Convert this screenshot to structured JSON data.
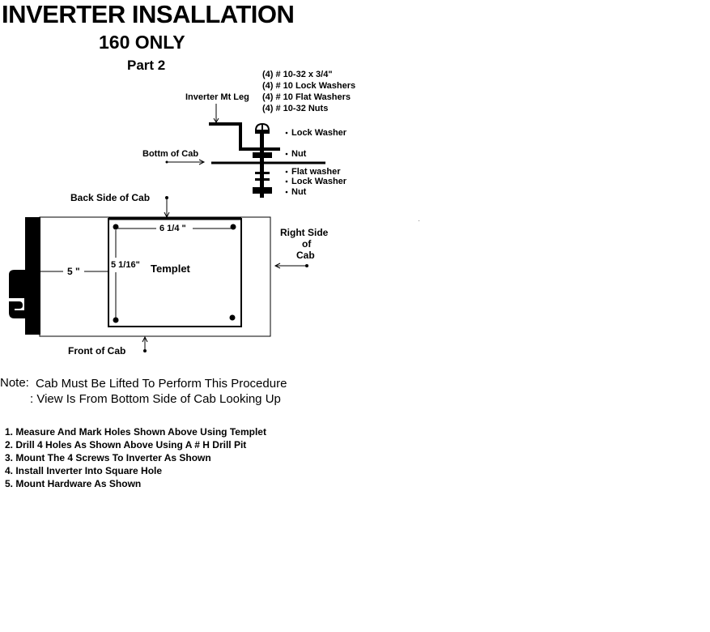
{
  "header": {
    "title": "INVERTER INSALLATION",
    "subtitle": "160 ONLY",
    "part": "Part 2"
  },
  "hardware": [
    "(4) # 10-32 x 3/4\"",
    "(4) # 10 Lock Washers",
    "(4) # 10 Flat Washers",
    "(4) # 10-32 Nuts"
  ],
  "stack_diagram": {
    "inverter_leg_label": "Inverter Mt Leg",
    "bottom_of_cab_label": "Bottm of Cab",
    "parts": [
      "Lock Washer",
      "Nut",
      "Flat washer",
      "Lock Washer",
      "Nut"
    ]
  },
  "cab_diagram": {
    "back_label": "Back Side of Cab",
    "front_label": "Front of Cab",
    "right_label": [
      "Right Side",
      "of",
      "Cab"
    ],
    "offset_label": "5 \"",
    "width_label": "6 1/4 \"",
    "height_label": "5 1/16\"",
    "templet_label": "Templet"
  },
  "notes": {
    "prefix": "Note:",
    "line1": "Cab Must Be Lifted To Perform This Procedure",
    "line2": ": View Is From Bottom Side of Cab Looking Up"
  },
  "steps": [
    "1. Measure And Mark Holes Shown Above Using Templet",
    "2. Drill 4 Holes As Shown Above Using A # H Drill Pit",
    "3. Mount The 4 Screws To Inverter As Shown",
    "4. Install Inverter Into Square Hole",
    "5. Mount Hardware As Shown"
  ]
}
